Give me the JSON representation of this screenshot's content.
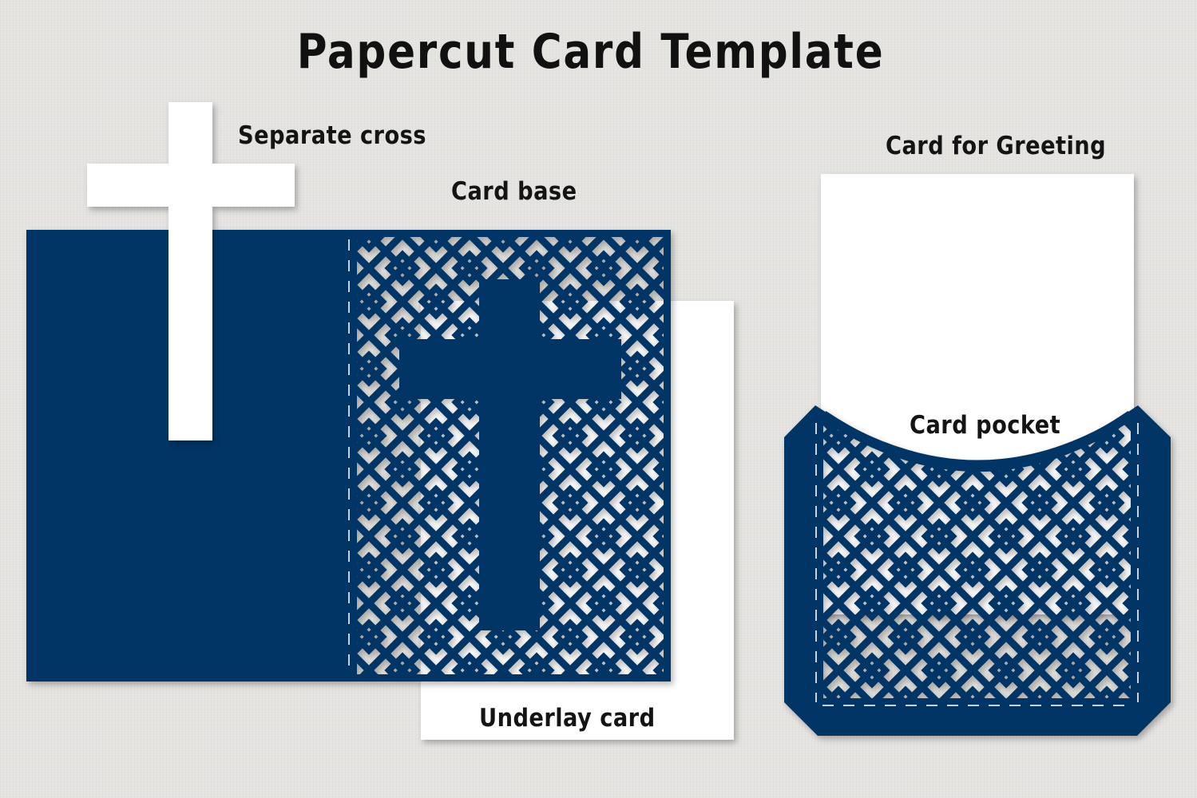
{
  "title": "Papercut Card Template",
  "labels": {
    "separate_cross": "Separate cross",
    "card_base": "Card base",
    "card_for_greeting": "Card for Greeting",
    "card_pocket": "Card pocket",
    "underlay_card": "Underlay card"
  },
  "colors": {
    "navy": "#053565",
    "paper_white": "#ffffff",
    "background": "#e4e3e0"
  }
}
